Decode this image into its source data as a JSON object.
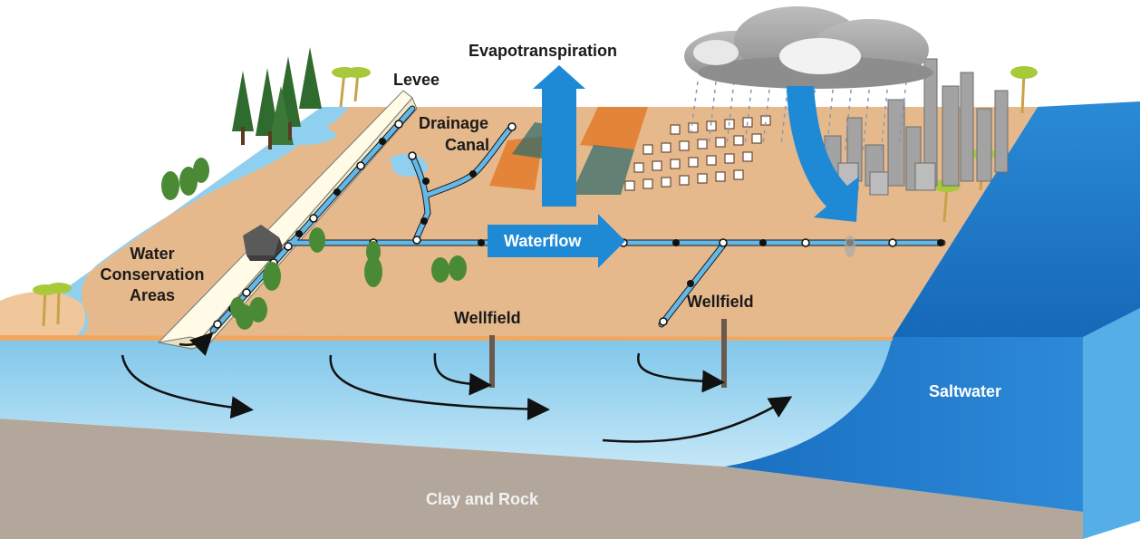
{
  "labels": {
    "levee": "Levee",
    "drainage_canal_line1": "Drainage",
    "drainage_canal_line2": "Canal",
    "evapotranspiration": "Evapotranspiration",
    "waterflow": "Waterflow",
    "water_conservation_line1": "Water",
    "water_conservation_line2": "Conservation",
    "water_conservation_line3": "Areas",
    "wellfield_left": "Wellfield",
    "wellfield_right": "Wellfield",
    "saltwater": "Saltwater",
    "clay_and_rock": "Clay and Rock"
  },
  "colors": {
    "land_surface": "#e6b98c",
    "surface_water": "#8fd0f0",
    "canal": "#63b8e8",
    "aquifer_light": "#b7e1f5",
    "aquifer_mid": "#8bcbeb",
    "saltwater_dark": "#1f78c8",
    "saltwater_side": "#4aa3e0",
    "clay_rock": "#b3a79c",
    "blue_arrow": "#1e8ad6",
    "sand_layer": "#f4a85a"
  },
  "icons": [
    "tree-icon",
    "palm-tree-icon",
    "house-icon",
    "building-icon",
    "cloud-icon",
    "rain-icon",
    "pump-station-icon",
    "well-pipe-icon",
    "flow-arrow-icon"
  ]
}
